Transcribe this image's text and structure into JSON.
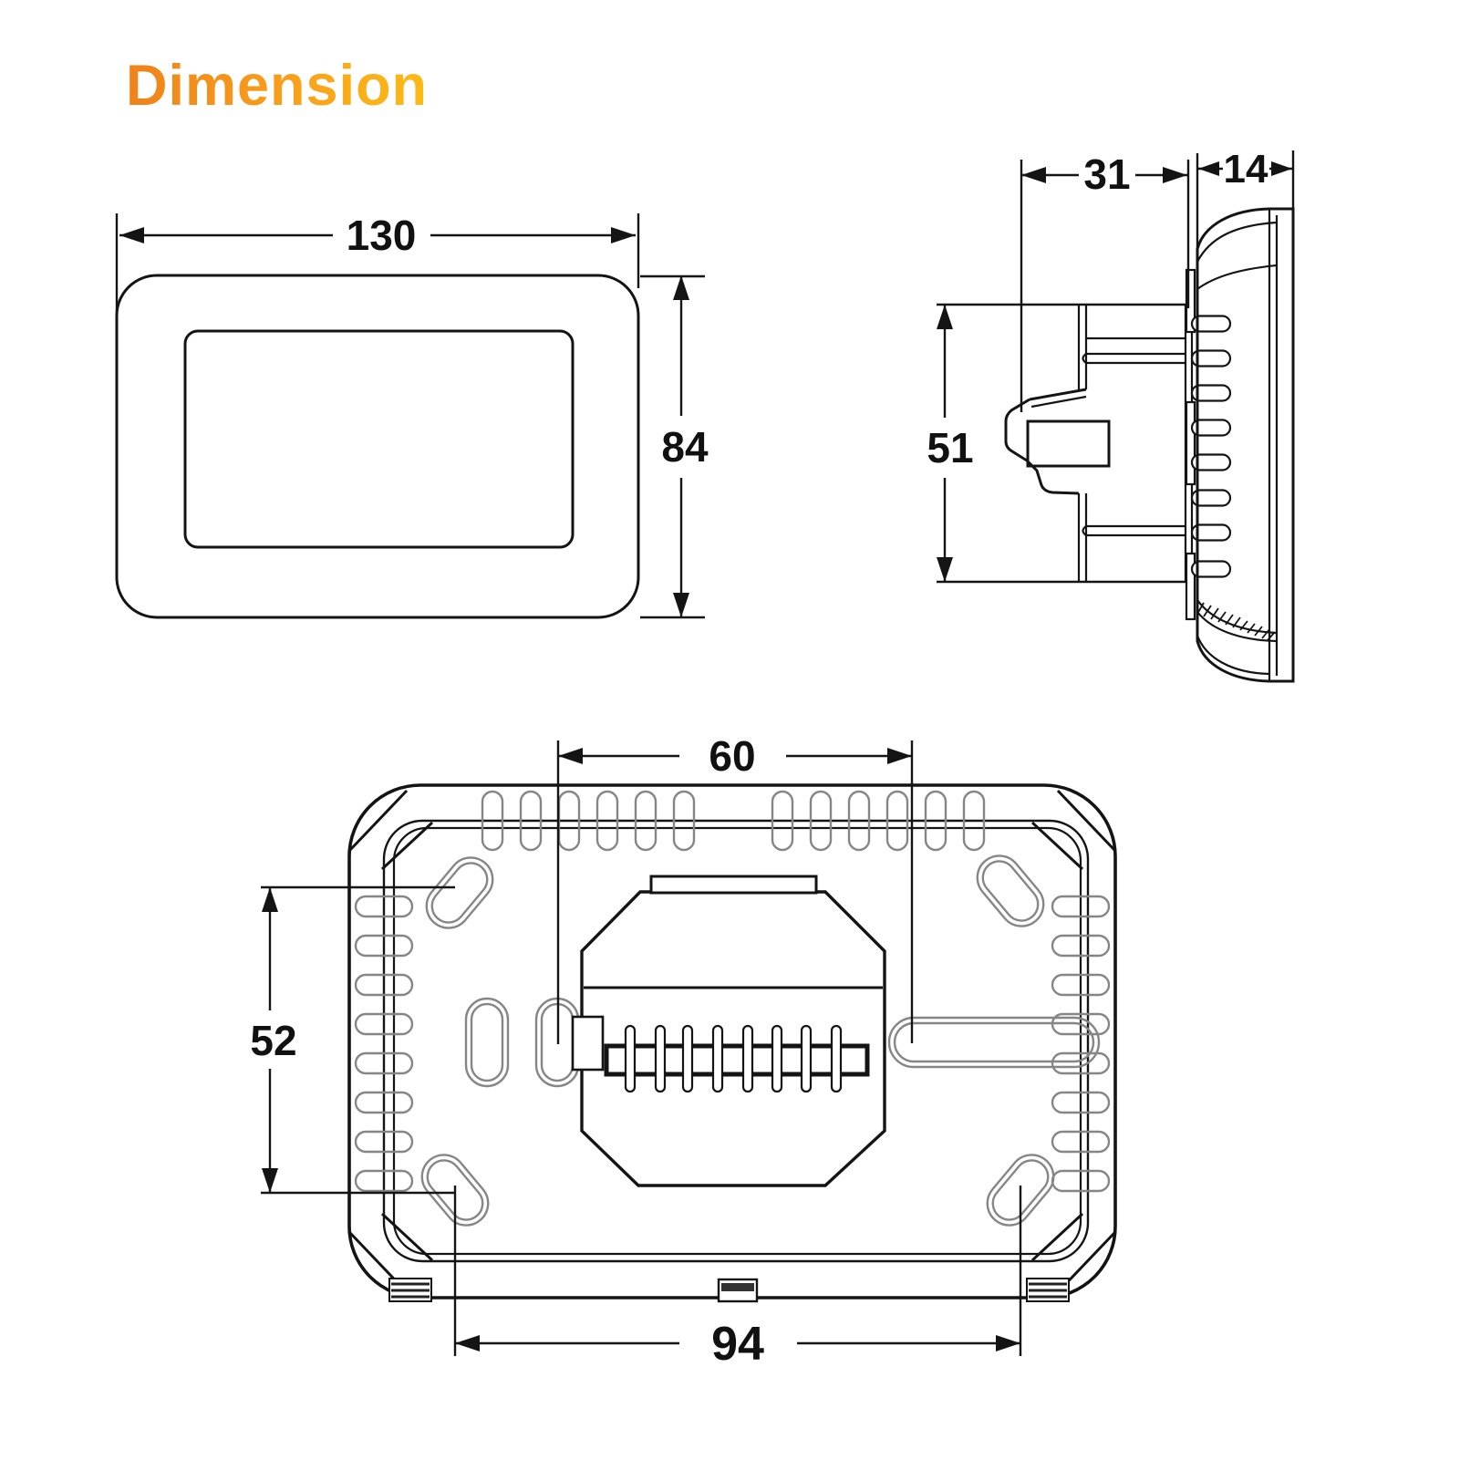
{
  "title": {
    "text": "Dimension"
  },
  "dimensions": {
    "front_width": {
      "label": "130"
    },
    "front_height": {
      "label": "84"
    },
    "side_depth": {
      "label": "31"
    },
    "side_panel": {
      "label": "14"
    },
    "side_height": {
      "label": "51"
    },
    "back_top": {
      "label": "60"
    },
    "back_left": {
      "label": "52"
    },
    "back_bottom": {
      "label": "94"
    }
  },
  "colors": {
    "accent_gradient_start": "#ee821a",
    "accent_gradient_end": "#fcbb15",
    "line": "#141414",
    "slot_gray": "#868686",
    "background": "#ffffff"
  }
}
